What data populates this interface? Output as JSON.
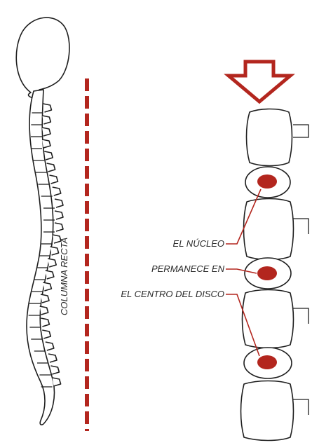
{
  "diagram": {
    "column_label": "COLUMNA RECTA",
    "callout_lines": [
      "EL NÚCLEO",
      "PERMANECE EN",
      "EL CENTRO DEL DISCO"
    ],
    "colors": {
      "accent": "#b3261e",
      "outline": "#1e1e1e",
      "label": "#2a2a2a",
      "background": "#ffffff"
    },
    "icons": {
      "load_arrow": "downward-arrow-icon"
    }
  }
}
